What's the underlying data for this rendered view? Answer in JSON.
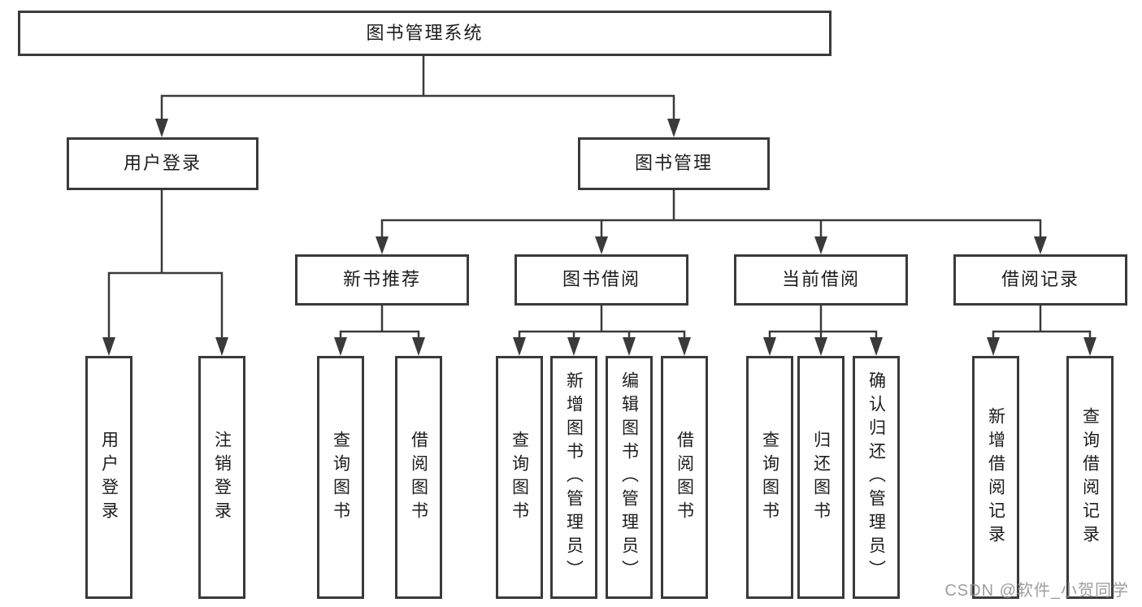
{
  "diagram": {
    "title": "图书管理系统",
    "tree": {
      "label": "图书管理系统",
      "children": [
        {
          "label": "用户登录",
          "children": [
            {
              "label": "用户登录"
            },
            {
              "label": "注销登录"
            }
          ]
        },
        {
          "label": "图书管理",
          "children": [
            {
              "label": "新书推荐",
              "children": [
                {
                  "label": "查询图书"
                },
                {
                  "label": "借阅图书"
                }
              ]
            },
            {
              "label": "图书借阅",
              "children": [
                {
                  "label": "查询图书"
                },
                {
                  "label": "新增图书（管理员）"
                },
                {
                  "label": "编辑图书（管理员）"
                },
                {
                  "label": "借阅图书"
                }
              ]
            },
            {
              "label": "当前借阅",
              "children": [
                {
                  "label": "查询图书"
                },
                {
                  "label": "归还图书"
                },
                {
                  "label": "确认归还（管理员）"
                }
              ]
            },
            {
              "label": "借阅记录",
              "children": [
                {
                  "label": "新增借阅记录"
                },
                {
                  "label": "查询借阅记录"
                }
              ]
            }
          ]
        }
      ]
    },
    "colors": {
      "line": "#3a3a3a",
      "box_border": "#3a3a3a",
      "text": "#1c1c1c",
      "background": "#ffffff",
      "watermark": "#919191"
    }
  },
  "watermark": {
    "text": "CSDN @软件_小贺同学"
  }
}
